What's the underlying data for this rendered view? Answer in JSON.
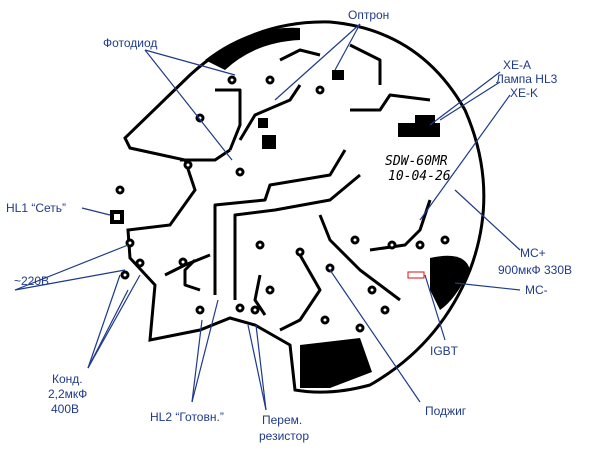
{
  "labels": {
    "optron": "Оптрон",
    "photodiode": "Фотодиод",
    "xe_a": "XE-A",
    "lamp_hl3": "Лампа HL3",
    "xe_k": "XE-K",
    "hl1": "HL1 “Сеть”",
    "ac_220": "~220В",
    "mc_plus": "MC+",
    "capacitor_900": "900мкФ 330В",
    "mc_minus": "MC-",
    "igbt": "IGBT",
    "cond_line1": "Конд.",
    "cond_line2": "2,2мкФ",
    "cond_line3": "400В",
    "hl2": "HL2 “Готовн.”",
    "var_res_line1": "Перем.",
    "var_res_line2": "резистор",
    "podzhig": "Поджиг"
  },
  "board_text": {
    "model": "SDW-60MR",
    "date": "10-04-26"
  },
  "colors": {
    "label": "#1f3a8a",
    "leader": "#1f3a8a",
    "copper": "#000000",
    "background": "#ffffff"
  }
}
